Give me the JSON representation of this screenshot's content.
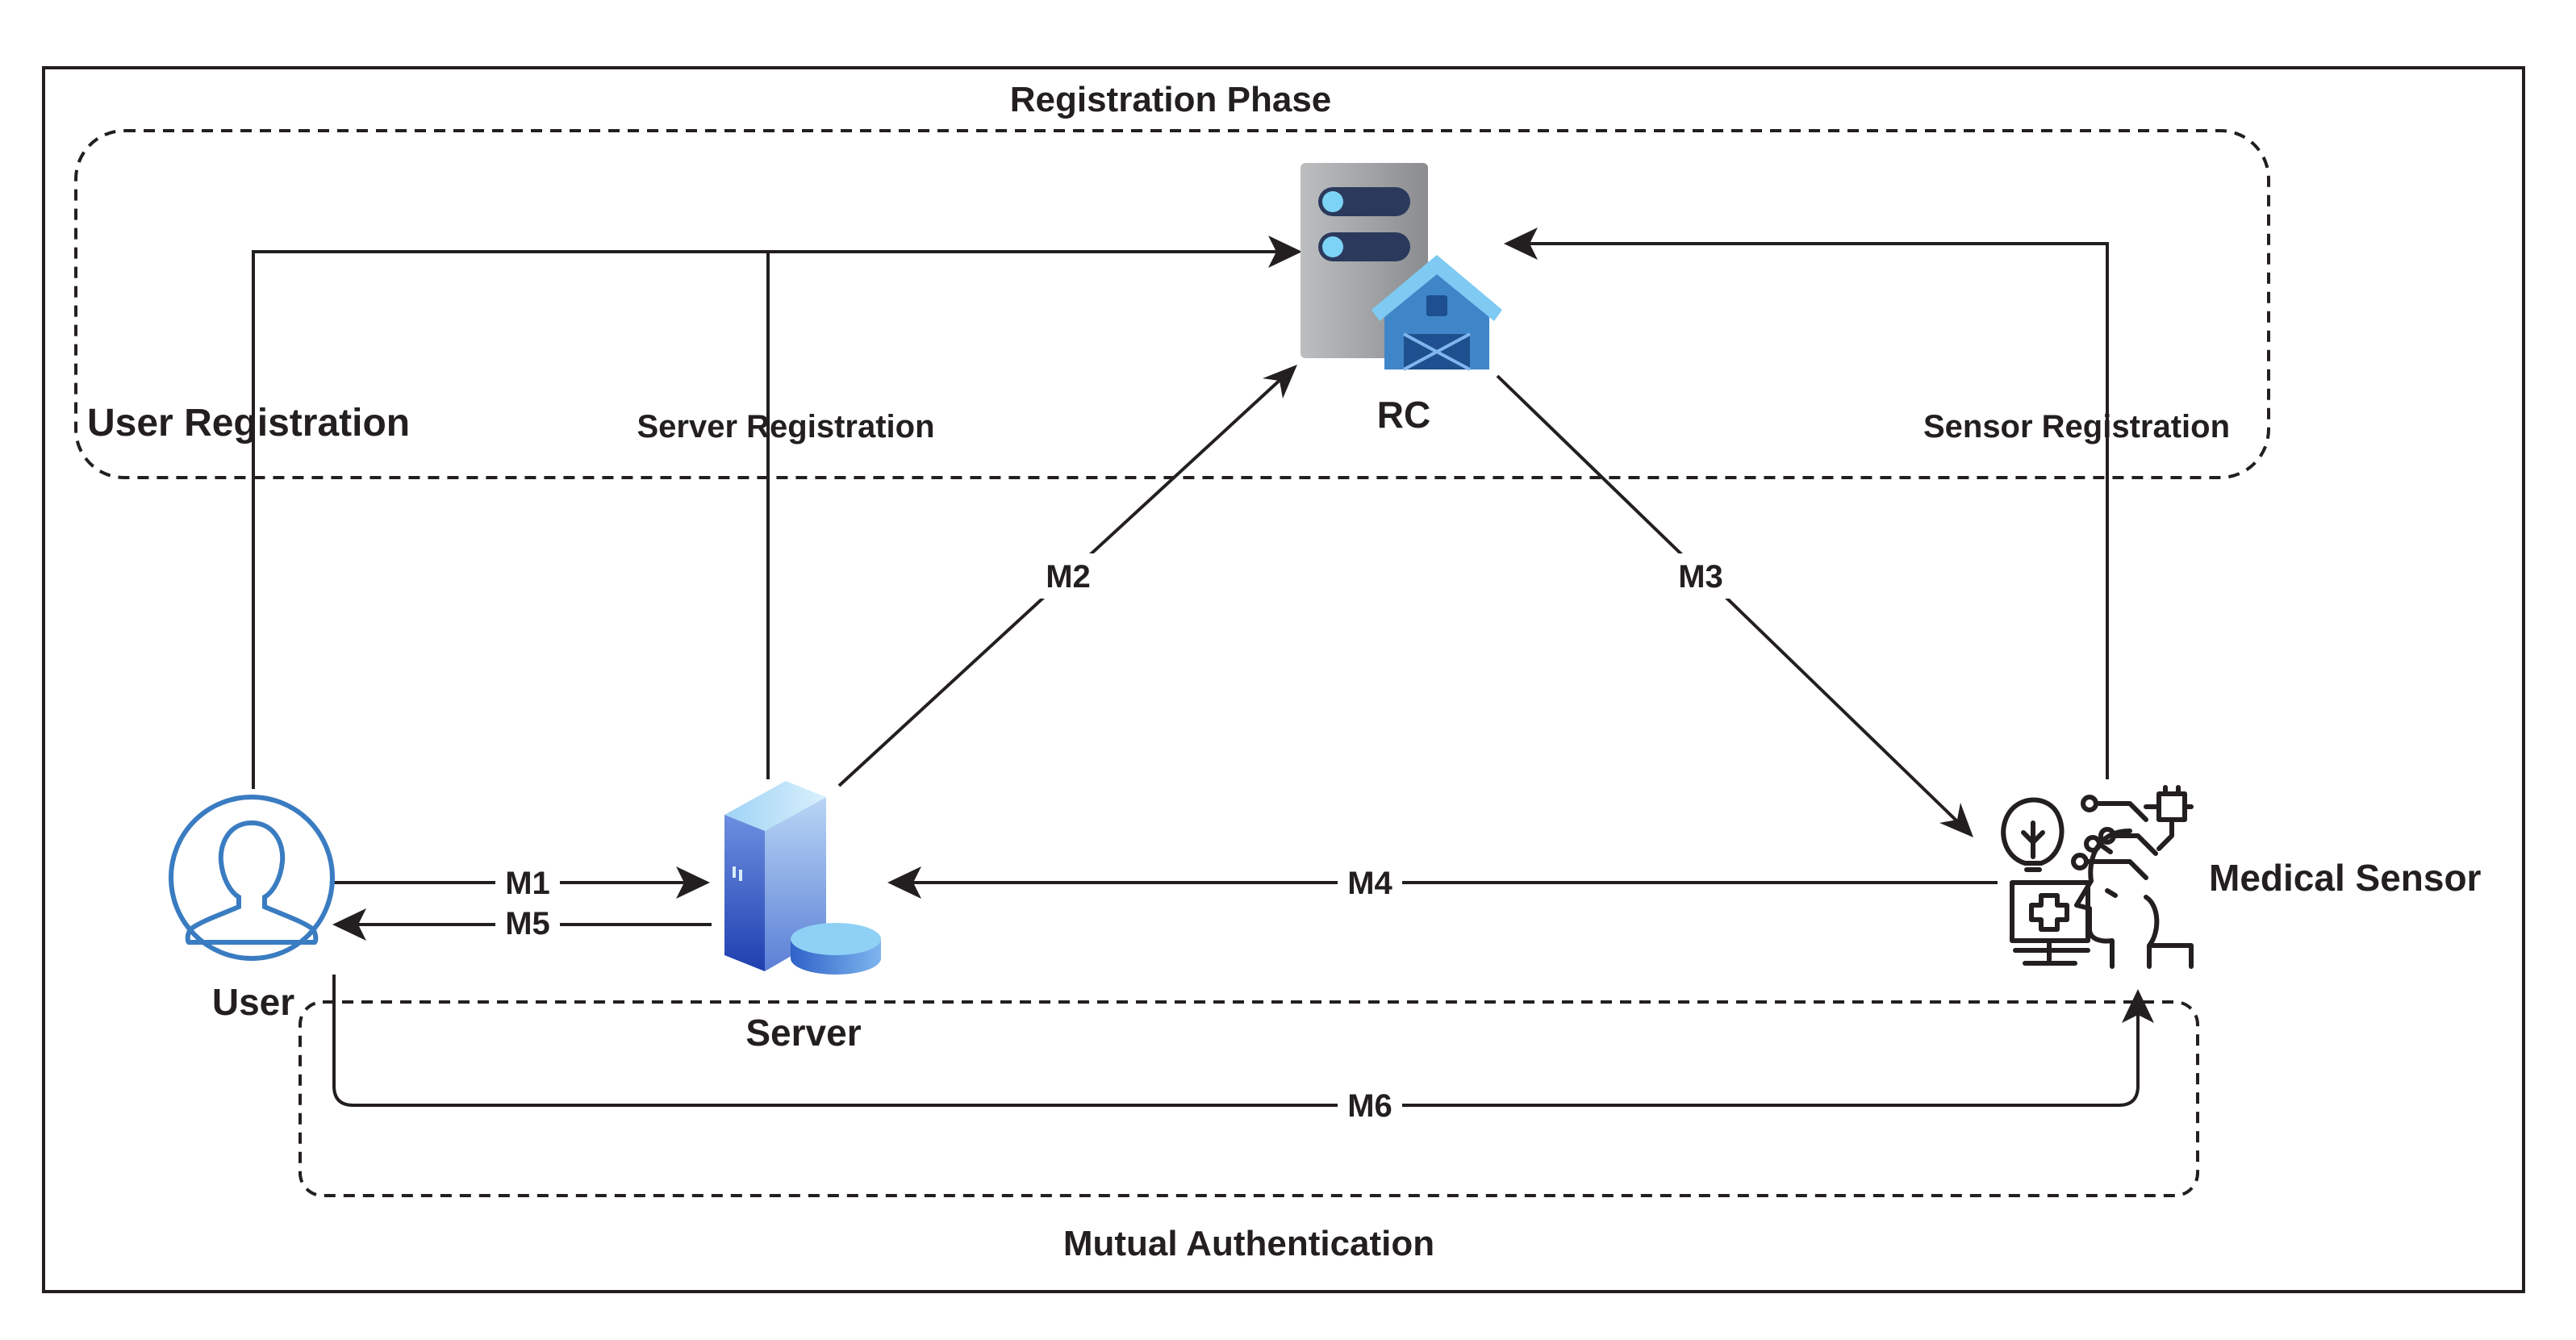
{
  "title": "Registration Phase",
  "bottom_title": "Mutual Authentication",
  "labels": {
    "user_registration": "User Registration",
    "server_registration": "Server Registration",
    "sensor_registration": "Sensor Registration"
  },
  "nodes": {
    "rc": {
      "label": "RC",
      "icon": "server-with-barn-icon"
    },
    "user": {
      "label": "User",
      "icon": "user-circle-icon"
    },
    "server": {
      "label": "Server",
      "icon": "server-tower-icon"
    },
    "sensor": {
      "label": "Medical Sensor",
      "icon": "medical-sensor-icon"
    }
  },
  "messages": {
    "m1": "M1",
    "m2": "M2",
    "m3": "M3",
    "m4": "M4",
    "m5": "M5",
    "m6": "M6"
  },
  "colors": {
    "stroke": "#231f20",
    "user_blue": "#3a7cc1",
    "server_blue": "#4a6fd0",
    "rc_gray": "#a7a9ac",
    "rc_barn": "#3f86c9"
  }
}
